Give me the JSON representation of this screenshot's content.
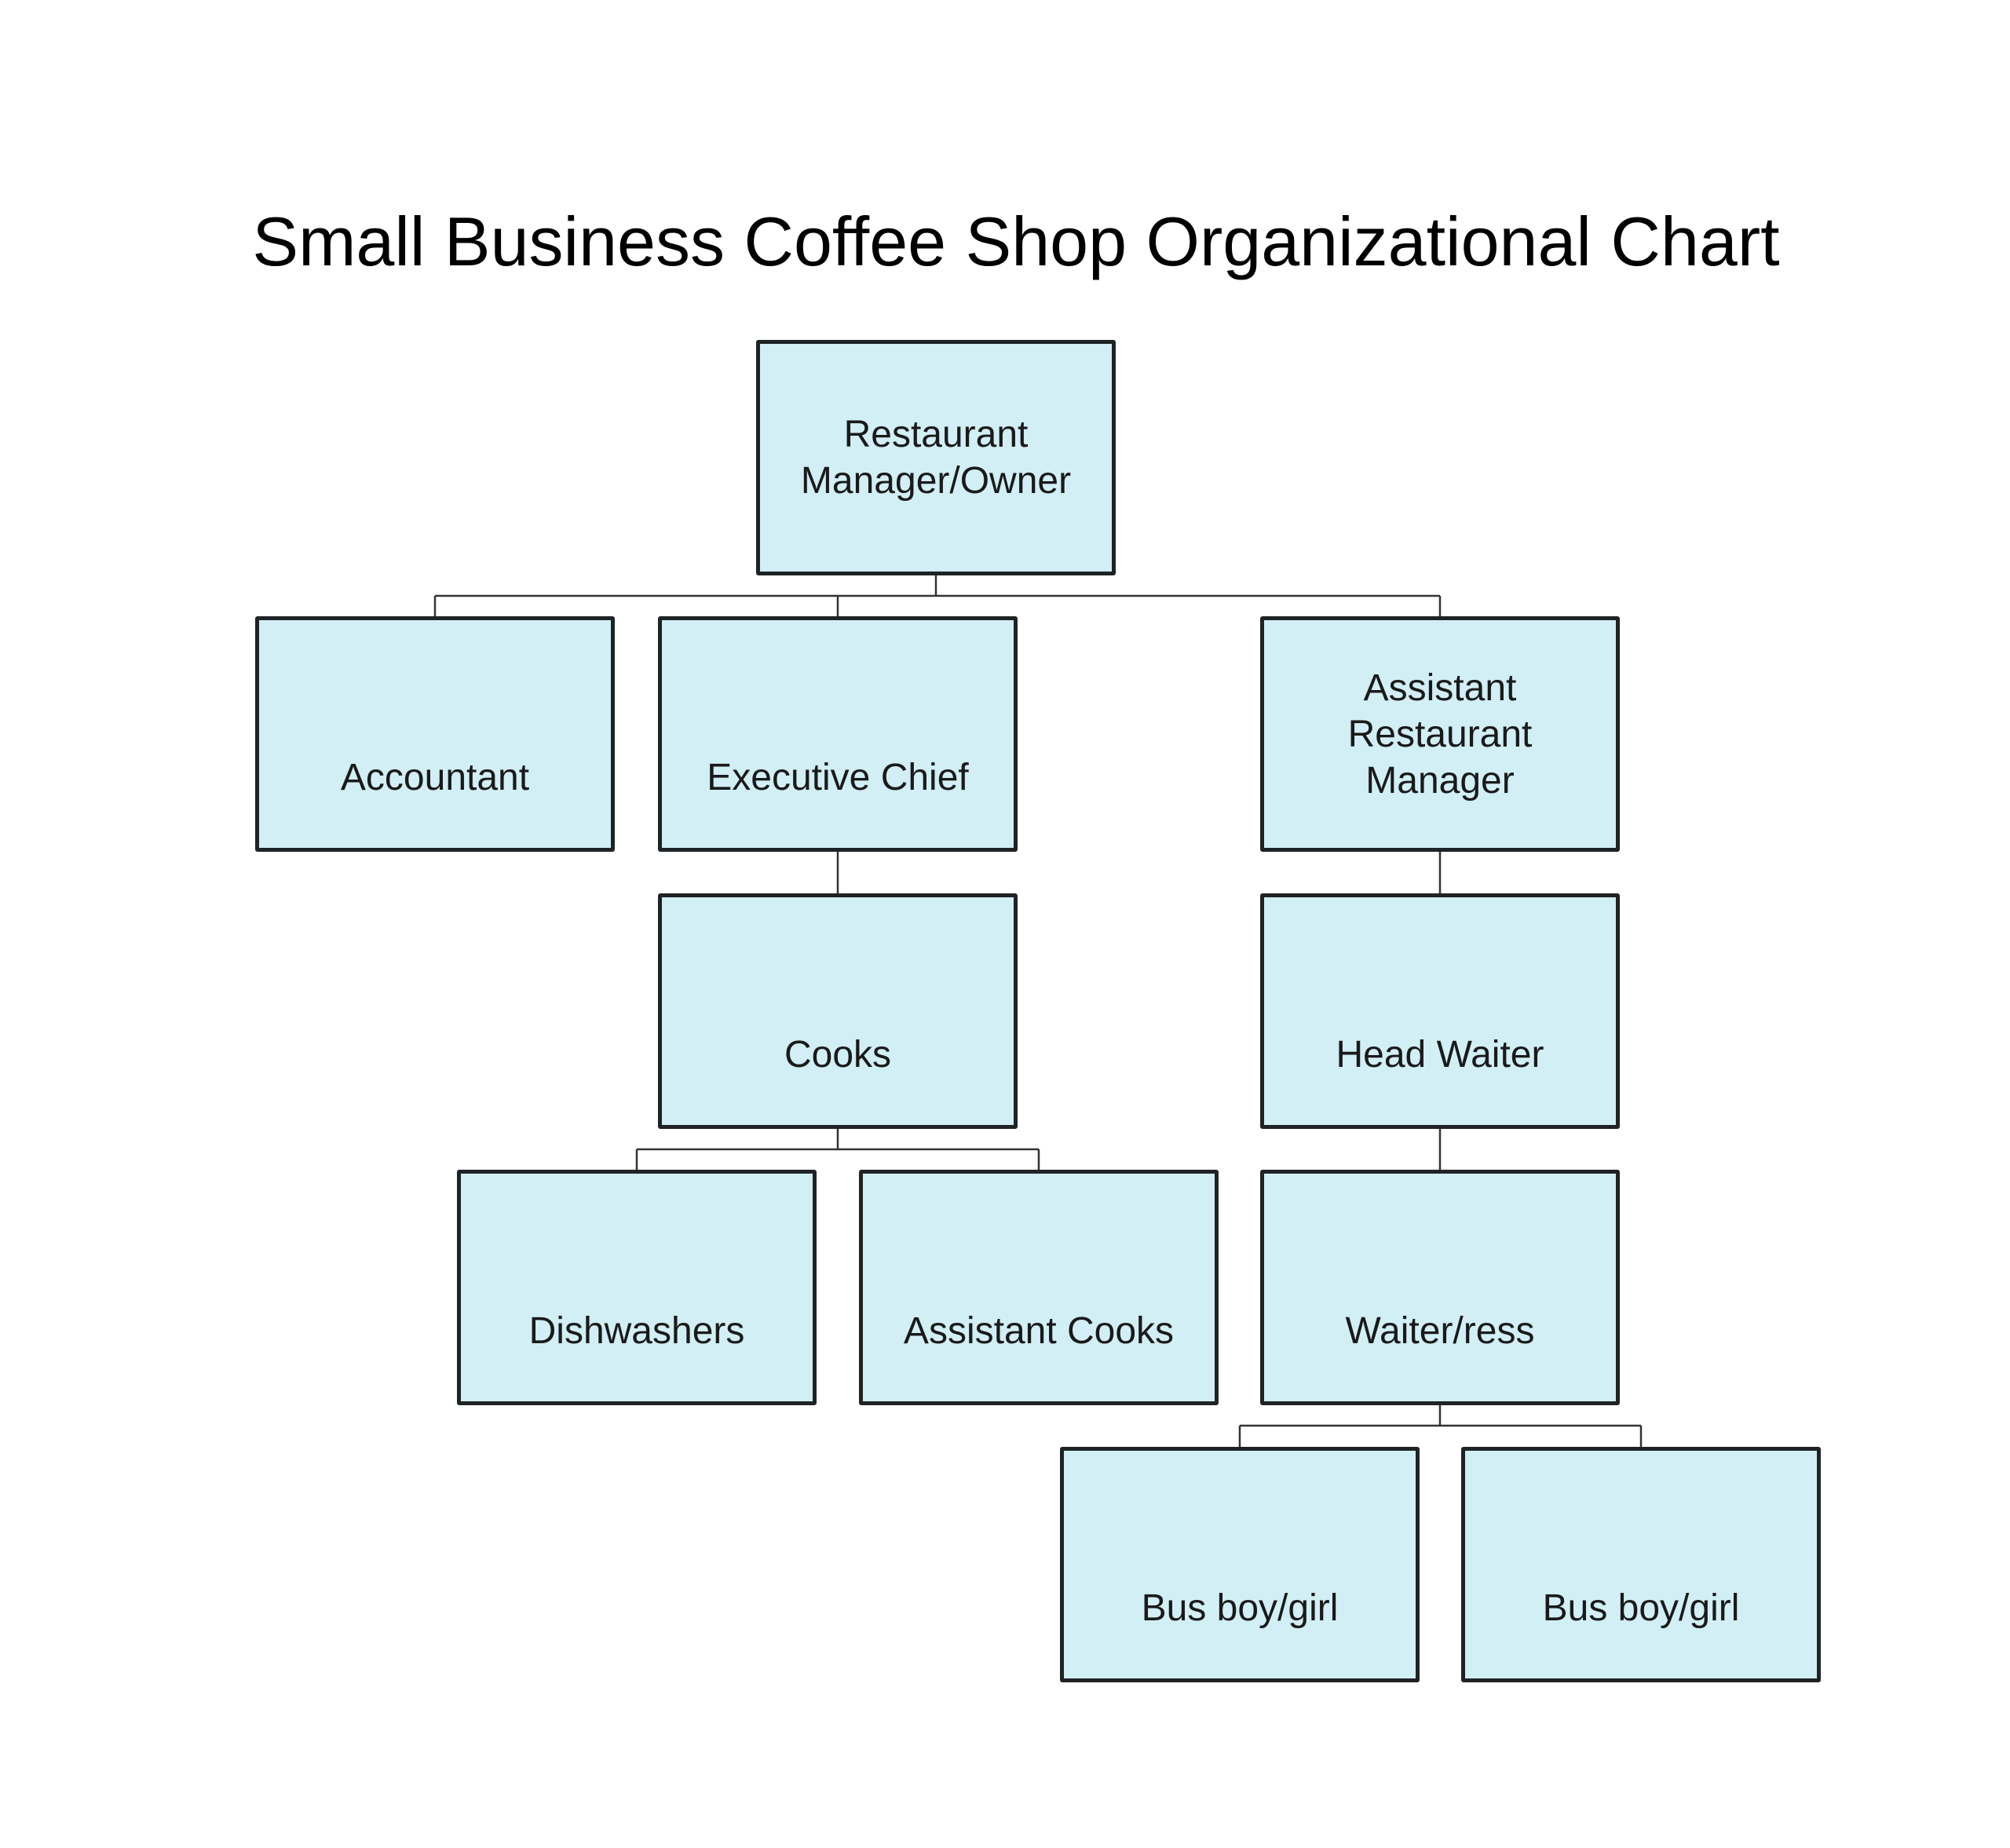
{
  "title": "Small Business Coffee Shop Organizational Chart",
  "colors": {
    "node_fill": "#d1eff5",
    "node_border": "#1f2326",
    "connector": "#333333",
    "background": "#ffffff"
  },
  "nodes": [
    {
      "id": "owner",
      "label": "Restaurant\nManager/Owner",
      "parent": null
    },
    {
      "id": "accountant",
      "label": "Accountant",
      "parent": "owner"
    },
    {
      "id": "exec_chief",
      "label": "Executive Chief",
      "parent": "owner"
    },
    {
      "id": "asst_manager",
      "label": "Assistant\nRestaurant\nManager",
      "parent": "owner"
    },
    {
      "id": "cooks",
      "label": "Cooks",
      "parent": "exec_chief"
    },
    {
      "id": "head_waiter",
      "label": "Head Waiter",
      "parent": "asst_manager"
    },
    {
      "id": "dishwashers",
      "label": "Dishwashers",
      "parent": "cooks"
    },
    {
      "id": "asst_cooks",
      "label": "Assistant Cooks",
      "parent": "cooks"
    },
    {
      "id": "waiter",
      "label": "Waiter/ress",
      "parent": "head_waiter"
    },
    {
      "id": "busboy_1",
      "label": "Bus boy/girl",
      "parent": "waiter"
    },
    {
      "id": "busboy_2",
      "label": "Bus boy/girl",
      "parent": "waiter"
    }
  ],
  "labels": {
    "owner_l1": "Restaurant",
    "owner_l2": "Manager/Owner",
    "accountant": "Accountant",
    "exec_chief": "Executive Chief",
    "asst_manager_l1": "Assistant",
    "asst_manager_l2": "Restaurant",
    "asst_manager_l3": "Manager",
    "cooks": "Cooks",
    "head_waiter": "Head Waiter",
    "dishwashers": "Dishwashers",
    "asst_cooks": "Assistant Cooks",
    "waiter": "Waiter/ress",
    "busboy_1": "Bus boy/girl",
    "busboy_2": "Bus boy/girl"
  }
}
